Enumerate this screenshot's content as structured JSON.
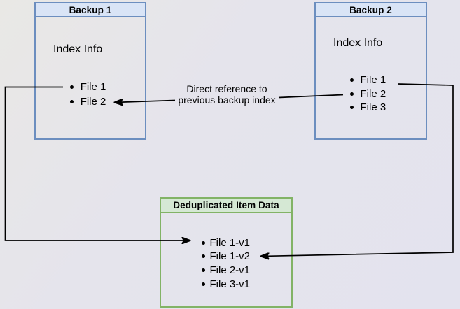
{
  "colors": {
    "bg_top": "#e9e8e5",
    "bg_bottom": "#e3e3ee",
    "blue_box_border": "#6c8ebf",
    "blue_header_fill": "#d9e4f6",
    "green_box_border": "#82b366",
    "green_header_fill": "#d5e8d4",
    "arrow_color": "#000000",
    "text_color": "#000000"
  },
  "backup1": {
    "title": "Backup 1",
    "section_label": "Index Info",
    "files": [
      "File 1",
      "File 2"
    ]
  },
  "backup2": {
    "title": "Backup 2",
    "section_label": "Index Info",
    "files": [
      "File 1",
      "File 2",
      "File 3"
    ]
  },
  "dedup_store": {
    "title": "Deduplicated Item Data",
    "files": [
      "File 1-v1",
      "File 1-v2",
      "File 2-v1",
      "File 3-v1"
    ]
  },
  "annotations": {
    "direct_reference_label": "Direct reference to previous backup index"
  },
  "relationships": [
    {
      "from": "Backup 1 / File 1",
      "to": "Deduplicated Item Data / File 1-v1",
      "label": ""
    },
    {
      "from": "Backup 2 / File 2",
      "to": "Backup 1 / File 2",
      "label": "Direct reference to previous backup index"
    },
    {
      "from": "Backup 2 / File 1",
      "to": "Deduplicated Item Data / File 1-v2",
      "label": ""
    }
  ]
}
